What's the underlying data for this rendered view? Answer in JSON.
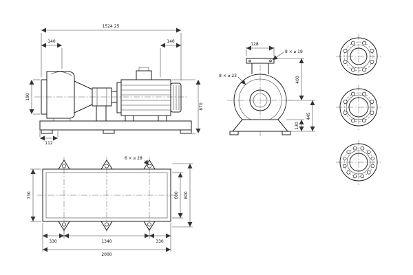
{
  "sheet": {
    "description": "End-suction centrifugal pump dimensional outline drawing"
  },
  "side_view": {
    "dim_overall_length": "1524 25",
    "dim_left_140": "140",
    "dim_right_140": "140",
    "dim_flange_190": "190",
    "dim_bottom_112": "112",
    "dim_height_right": "870"
  },
  "end_view": {
    "dim_flange_width": "128",
    "callout_flange_holes": "8 × ⌀ 19",
    "callout_suction_holes": "8 × ⌀ 23",
    "dim_centerline_to_flange": "400",
    "dim_centerline_to_base": "445",
    "dim_base_height": "130"
  },
  "plan_view": {
    "callout_anchor_holes": "6 × ⌀ 28",
    "dim_width_730": "730",
    "dim_width_600": "600",
    "dim_width_800": "800",
    "dim_length_left": "330",
    "dim_length_mid": "1340",
    "dim_length_right": "330",
    "dim_length_total": "2000"
  }
}
